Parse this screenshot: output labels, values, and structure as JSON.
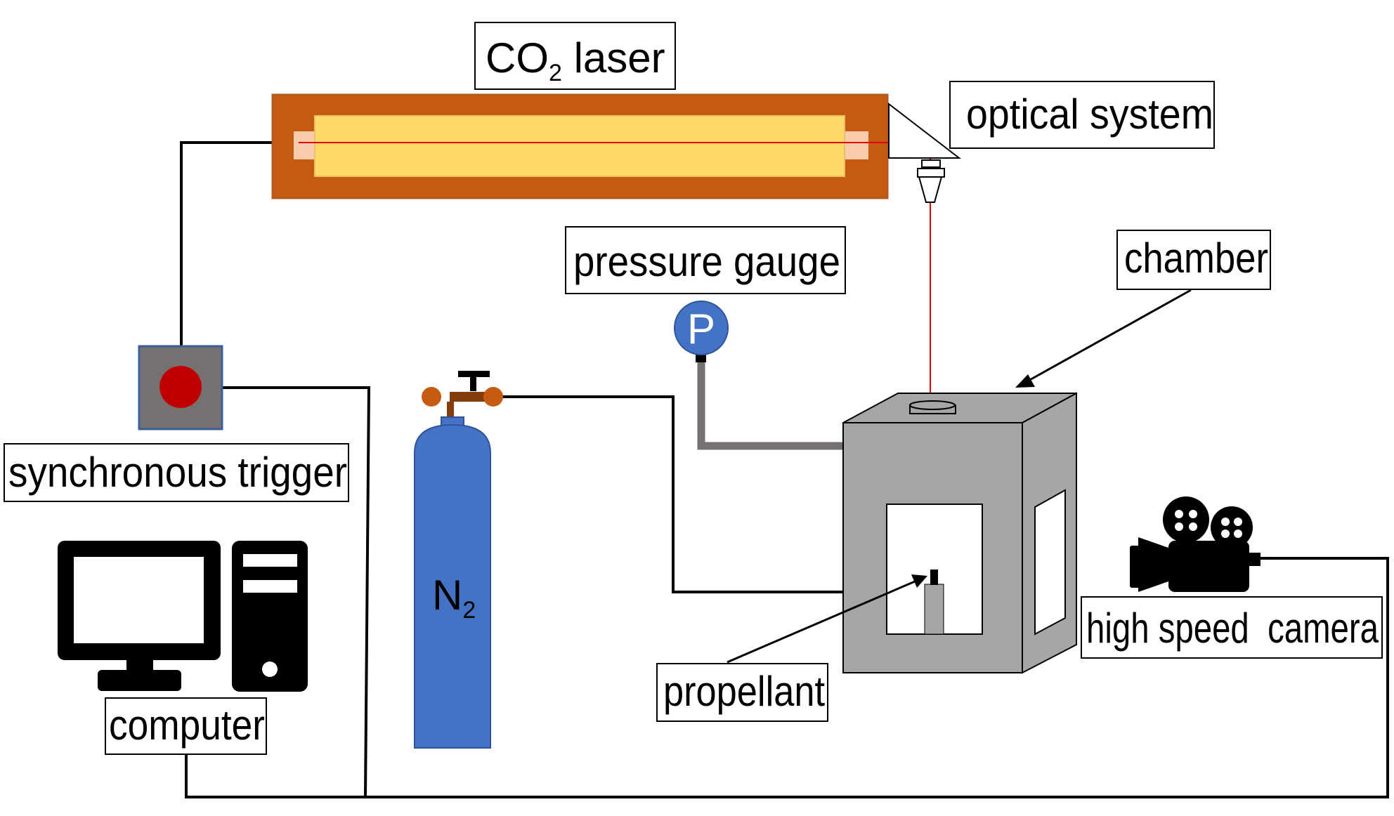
{
  "labels": {
    "laser": {
      "main": "CO",
      "sub": "2",
      "rest": " laser"
    },
    "optical_system": "optical system",
    "pressure_gauge": "pressure gauge",
    "gauge_symbol": "P",
    "chamber": "chamber",
    "synchronous_trigger": "synchronous trigger",
    "cylinder": {
      "main": "N",
      "sub": "2"
    },
    "propellant": "propellant",
    "high_speed_camera": "high speed  camera",
    "computer": "computer"
  },
  "colors": {
    "laser_housing": "#c55a11",
    "laser_tube": "#ffd966",
    "laser_end": "#f8cbad",
    "laser_beam": "#e00000",
    "trigger_body": "#767171",
    "trigger_button": "#c00000",
    "gauge": "#4472c4",
    "cylinder": "#4472c4",
    "valve": "#c55a11",
    "chamber": "#a6a6a6",
    "wire": "#000000"
  },
  "icons": [
    "laser-icon",
    "optical-system-icon",
    "pressure-gauge-icon",
    "trigger-icon",
    "gas-cylinder-icon",
    "chamber-icon",
    "camera-icon",
    "computer-icon"
  ]
}
